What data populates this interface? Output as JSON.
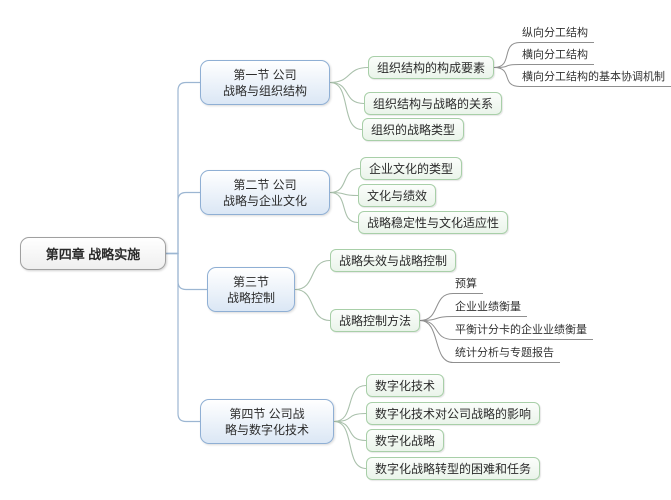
{
  "diagram": {
    "title": "第四章 战略实施",
    "root": {
      "label": "第四章 战略实施"
    },
    "sections": [
      {
        "line1": "第一节 公司",
        "line2": "战略与组织结构",
        "topics": [
          {
            "label": "组织结构的构成要素",
            "subtopics": [
              {
                "label": "纵向分工结构"
              },
              {
                "label": "横向分工结构"
              },
              {
                "label": "横向分工结构的基本协调机制"
              }
            ]
          },
          {
            "label": "组织结构与战略的关系"
          },
          {
            "label": "组织的战略类型"
          }
        ]
      },
      {
        "line1": "第二节 公司",
        "line2": "战略与企业文化",
        "topics": [
          {
            "label": "企业文化的类型"
          },
          {
            "label": "文化与绩效"
          },
          {
            "label": "战略稳定性与文化适应性"
          }
        ]
      },
      {
        "line1": "第三节",
        "line2": "战略控制",
        "topics": [
          {
            "label": "战略失效与战略控制"
          },
          {
            "label": "战略控制方法",
            "subtopics": [
              {
                "label": "预算"
              },
              {
                "label": "企业业绩衡量"
              },
              {
                "label": "平衡计分卡的企业业绩衡量"
              },
              {
                "label": "统计分析与专题报告"
              }
            ]
          }
        ]
      },
      {
        "line1": "第四节 公司战",
        "line2": "略与数字化技术",
        "topics": [
          {
            "label": "数字化技术"
          },
          {
            "label": "数字化技术对公司战略的影响"
          },
          {
            "label": "数字化战略"
          },
          {
            "label": "数字化战略转型的困难和任务"
          }
        ]
      }
    ],
    "colors": {
      "section_border": "#8fafd4",
      "section_fill": "#dbe7f5",
      "topic_border": "#a8cfa8",
      "topic_fill": "#eaf4ea",
      "root_border": "#a0a0a0",
      "trunk_line": "#9cb6d2",
      "branch_line": "#a9c0ab",
      "leaf_line": "#8f8f8f"
    }
  }
}
